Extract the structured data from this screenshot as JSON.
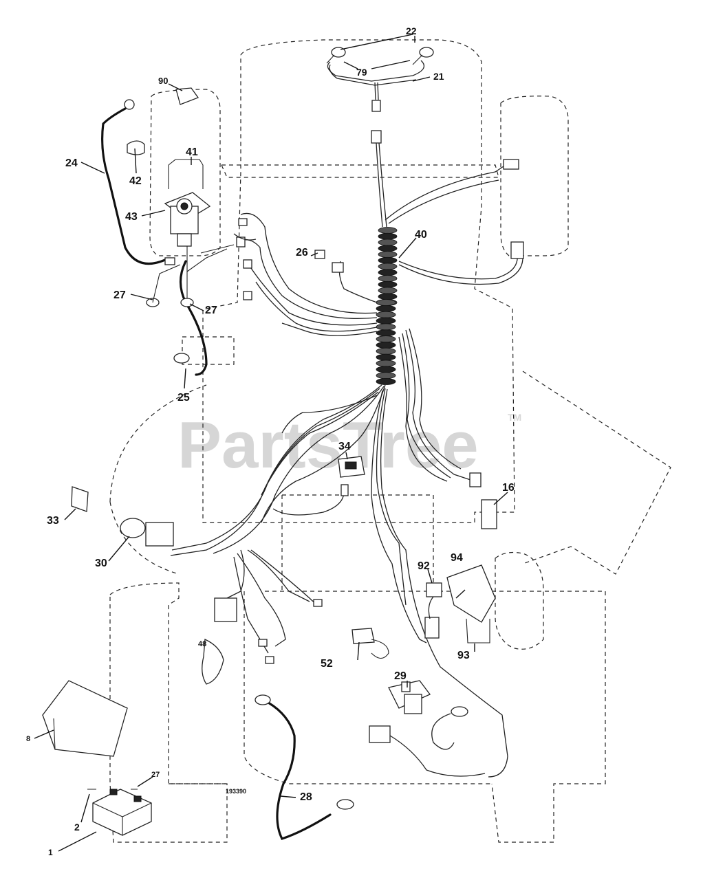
{
  "watermark": {
    "text": "PartsTree",
    "trademark": "TM"
  },
  "drawing_number": "193390",
  "callouts": [
    {
      "id": "c22",
      "label": "22"
    },
    {
      "id": "c79",
      "label": "79"
    },
    {
      "id": "c21",
      "label": "21"
    },
    {
      "id": "c90",
      "label": "90"
    },
    {
      "id": "c41",
      "label": "41"
    },
    {
      "id": "c24",
      "label": "24"
    },
    {
      "id": "c42",
      "label": "42"
    },
    {
      "id": "c43",
      "label": "43"
    },
    {
      "id": "c40",
      "label": "40"
    },
    {
      "id": "c26",
      "label": "26"
    },
    {
      "id": "c27a",
      "label": "27"
    },
    {
      "id": "c27b",
      "label": "27"
    },
    {
      "id": "c25",
      "label": "25"
    },
    {
      "id": "c34",
      "label": "34"
    },
    {
      "id": "c16",
      "label": "16"
    },
    {
      "id": "c33",
      "label": "33"
    },
    {
      "id": "c30",
      "label": "30"
    },
    {
      "id": "c92",
      "label": "92"
    },
    {
      "id": "c94",
      "label": "94"
    },
    {
      "id": "c48",
      "label": "48"
    },
    {
      "id": "c52",
      "label": "52"
    },
    {
      "id": "c93",
      "label": "93"
    },
    {
      "id": "c29",
      "label": "29"
    },
    {
      "id": "c8",
      "label": "8"
    },
    {
      "id": "c27c",
      "label": "27"
    },
    {
      "id": "c28",
      "label": "28"
    },
    {
      "id": "c2",
      "label": "2"
    },
    {
      "id": "c1",
      "label": "1"
    }
  ]
}
